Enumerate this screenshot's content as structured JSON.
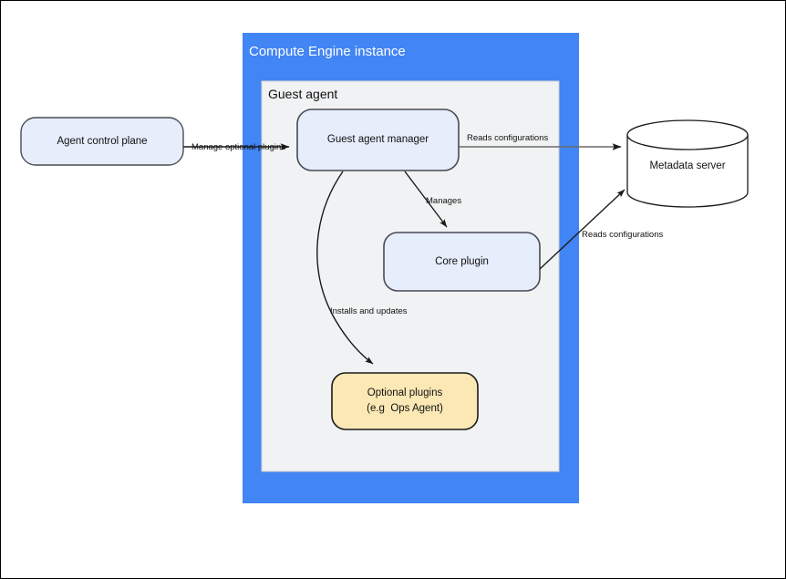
{
  "diagram": {
    "title_region": {
      "compute_engine_instance": "Compute Engine instance",
      "guest_agent": "Guest agent"
    },
    "colors": {
      "instance_frame": "#4285F4",
      "guest_panel_bg": "#F1F2F3",
      "node_blue_fill": "#E6EDFB",
      "node_blue_stroke": "#4A4A55",
      "node_yellow_fill": "#FBE8B4",
      "node_yellow_stroke": "#1A1A1A",
      "cylinder_fill": "#FFFFFF",
      "cylinder_stroke": "#1A1A1A",
      "edge_black": "#1A1A1A",
      "edge_gray": "#6A6A6A",
      "page_border": "#000000",
      "text": "#111111"
    },
    "nodes": [
      {
        "id": "agent-control-plane",
        "label": "Agent control plane",
        "shape": "rounded-rect",
        "fill": "node_blue_fill"
      },
      {
        "id": "guest-agent-manager",
        "label": "Guest agent manager",
        "shape": "rounded-rect",
        "fill": "node_blue_fill"
      },
      {
        "id": "core-plugin",
        "label": "Core plugin",
        "shape": "rounded-rect",
        "fill": "node_blue_fill"
      },
      {
        "id": "optional-plugins",
        "label_line1": "Optional plugins",
        "label_line2": "(e.g  Ops Agent)",
        "shape": "rounded-rect",
        "fill": "node_yellow_fill"
      },
      {
        "id": "metadata-server",
        "label": "Metadata server",
        "shape": "cylinder",
        "fill": "cylinder_fill"
      }
    ],
    "edges": [
      {
        "id": "control-plane-to-manager",
        "from": "agent-control-plane",
        "to": "guest-agent-manager",
        "label": "Manage optional plugins",
        "style": "straight",
        "color": "edge_black"
      },
      {
        "id": "manager-to-metadata",
        "from": "guest-agent-manager",
        "to": "metadata-server",
        "label": "Reads configurations",
        "style": "straight",
        "color": "edge_gray"
      },
      {
        "id": "manager-to-core-plugin",
        "from": "guest-agent-manager",
        "to": "core-plugin",
        "label": "Manages",
        "style": "straight",
        "color": "edge_black"
      },
      {
        "id": "manager-to-optional-plugins",
        "from": "guest-agent-manager",
        "to": "optional-plugins",
        "label": "Installs and updates",
        "style": "curved",
        "color": "edge_black"
      },
      {
        "id": "core-plugin-to-metadata",
        "from": "core-plugin",
        "to": "metadata-server",
        "label": "Reads configurations",
        "style": "straight",
        "color": "edge_black"
      }
    ]
  }
}
